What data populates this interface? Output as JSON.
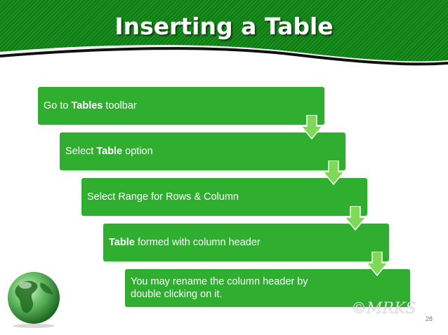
{
  "slide": {
    "title": "Inserting a Table",
    "steps": [
      {
        "pre": "Go to ",
        "bold": "Tables",
        "post": " toolbar"
      },
      {
        "pre": "Select ",
        "bold": "Table",
        "post": " option"
      },
      {
        "pre": "Select Range for Rows & Column",
        "bold": "",
        "post": ""
      },
      {
        "pre": "",
        "bold": "Table",
        "post": " formed with column header"
      },
      {
        "pre": "You may rename the column header by double clicking on it.",
        "bold": "",
        "post": ""
      }
    ],
    "watermark": "©MRKS",
    "page_number": "28"
  },
  "colors": {
    "header_green": "#0f7a14",
    "step_green": "#2fae2f",
    "arrow_green": "#7ed957"
  },
  "icons": {
    "globe": "globe-icon",
    "arrow": "down-arrow-icon"
  }
}
